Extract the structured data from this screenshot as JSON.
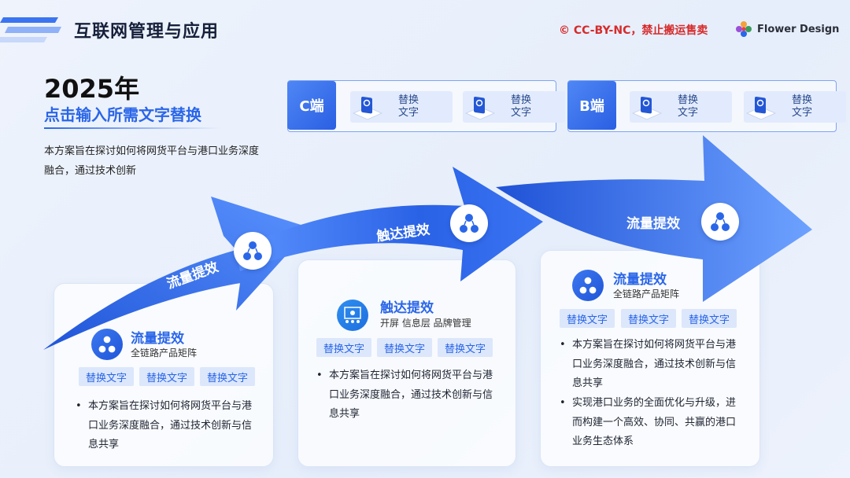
{
  "header": {
    "title": "互联网管理与应用",
    "copyright": "© CC-BY-NC，禁止搬运售卖",
    "brand": "Flower Design"
  },
  "hero": {
    "year": "2025年",
    "subtitle": "点击输入所需文字替换",
    "intro": "本方案旨在探讨如何将网货平台与港口业务深度融合，通过技术创新"
  },
  "endpoints": [
    {
      "label": "C端",
      "chips": [
        "替换\n文字",
        "替换\n文字"
      ]
    },
    {
      "label": "B端",
      "chips": [
        "替换\n文字",
        "替换\n文字"
      ]
    }
  ],
  "arrows": [
    {
      "label": "流量提效",
      "icon": "money-flow-icon"
    },
    {
      "label": "触达提效",
      "icon": "money-flow-icon"
    },
    {
      "label": "流量提效",
      "icon": "money-flow-icon"
    }
  ],
  "cards": [
    {
      "title": "流量提效",
      "subtitle": "全链路产品矩阵",
      "icon": "money-flow-icon",
      "tags": [
        "替换文字",
        "替换文字",
        "替换文字"
      ],
      "bullets": [
        "本方案旨在探讨如何将网货平台与港口业务深度融合，通过技术创新与信息共享"
      ]
    },
    {
      "title": "触达提效",
      "subtitle": "开屏 信息层 品牌管理",
      "icon": "team-target-icon",
      "tags": [
        "替换文字",
        "替换文字",
        "替换文字"
      ],
      "bullets": [
        "本方案旨在探讨如何将网货平台与港口业务深度融合，通过技术创新与信息共享"
      ]
    },
    {
      "title": "流量提效",
      "subtitle": "全链路产品矩阵",
      "icon": "money-flow-icon",
      "tags": [
        "替换文字",
        "替换文字",
        "替换文字"
      ],
      "bullets": [
        "本方案旨在探讨如何将网货平台与港口业务深度融合，通过技术创新与信息共享",
        "实现港口业务的全面优化与升级，进而构建一个高效、协同、共赢的港口业务生态体系"
      ]
    }
  ],
  "colors": {
    "accent": "#2a66e8",
    "arrow_dark": "#1f55d8",
    "arrow_light": "#6aa0ff",
    "copyright": "#d62b2b"
  }
}
